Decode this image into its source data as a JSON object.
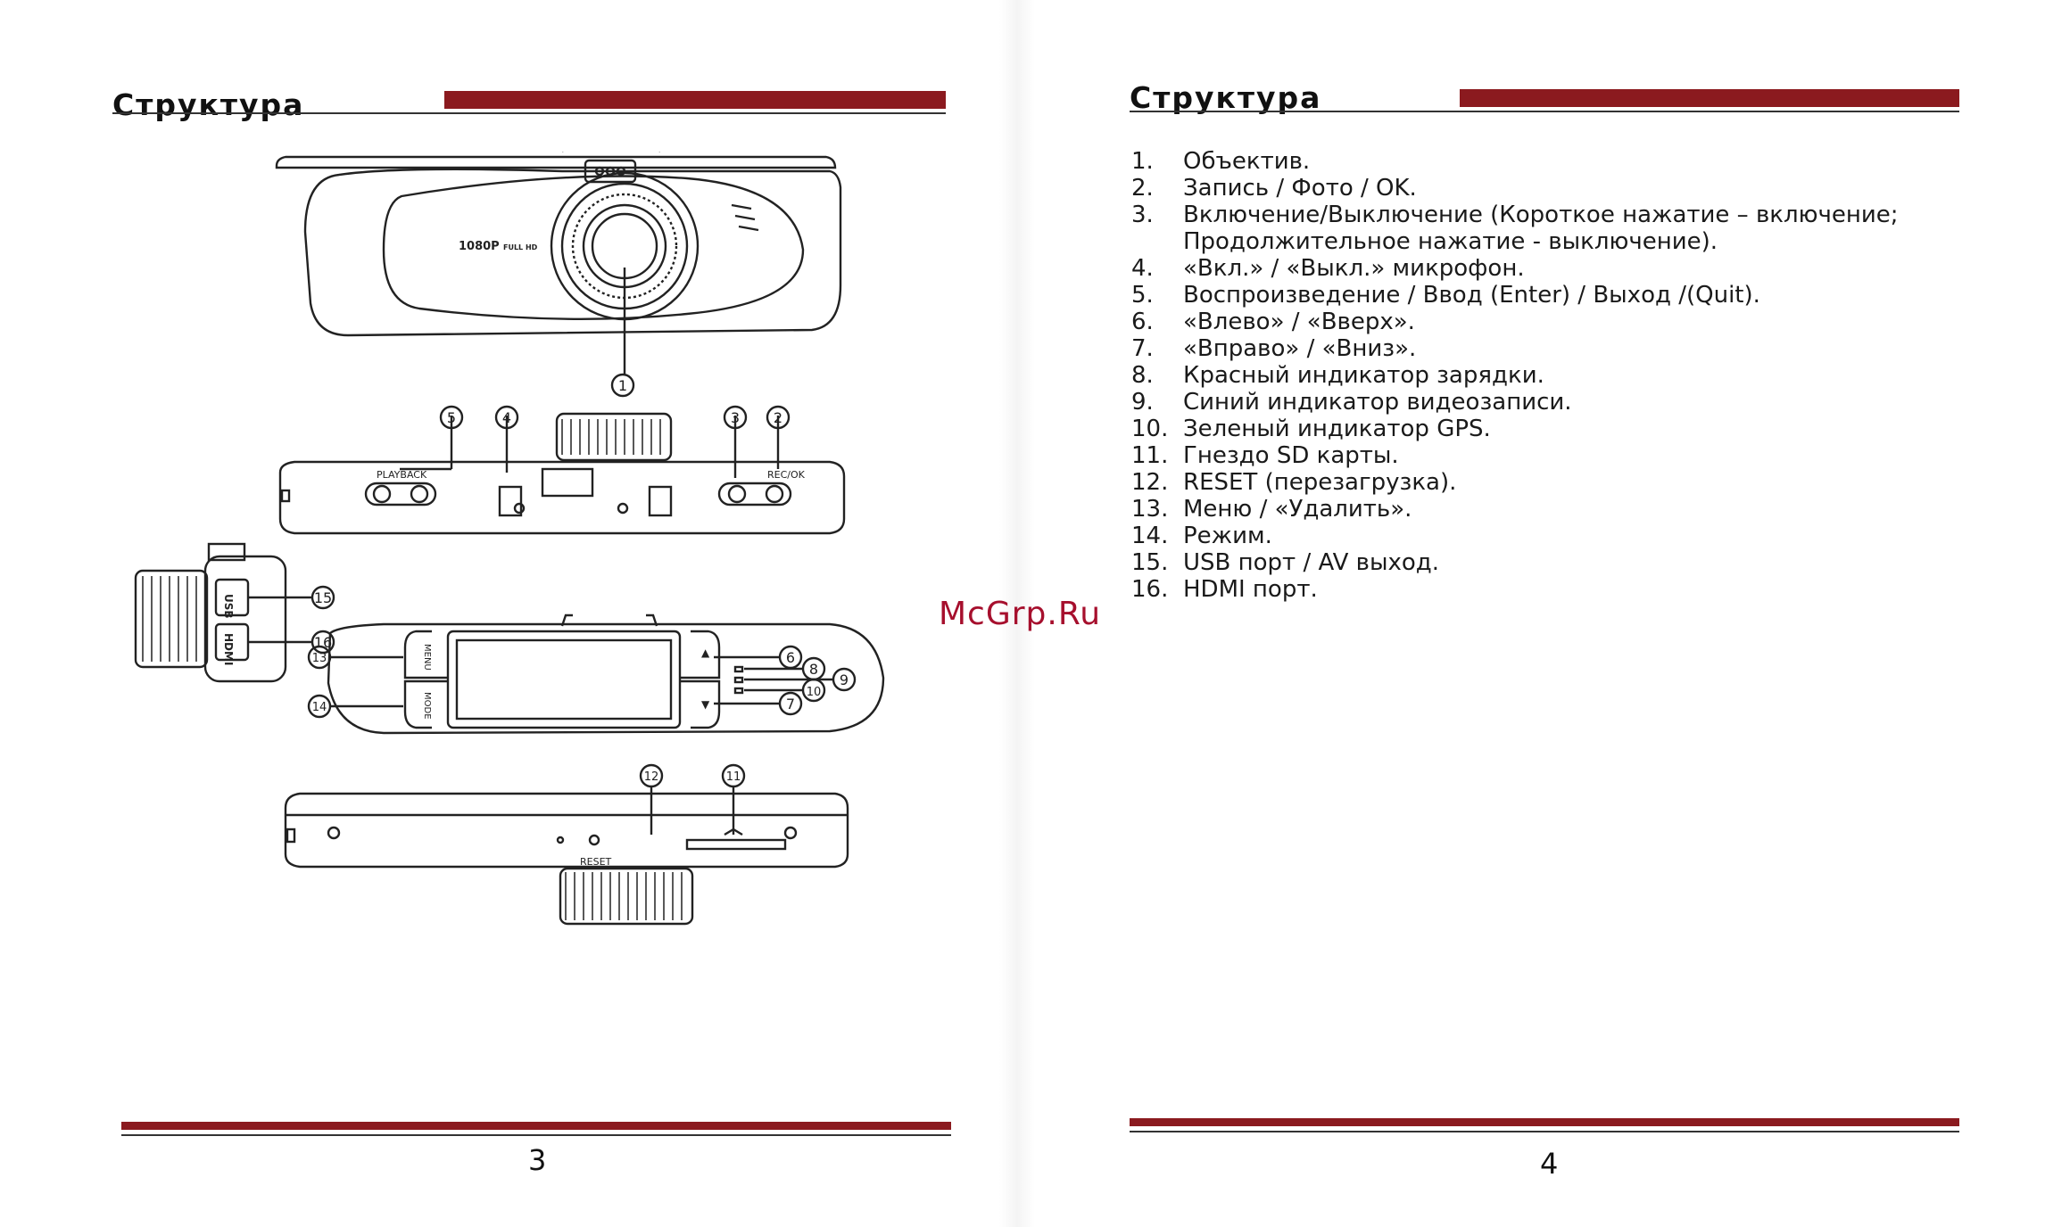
{
  "left_page": {
    "heading": "Структура",
    "page_number": "3",
    "diagram": {
      "front_badge": "1080P",
      "front_badge_small": "FULL HD",
      "top_labels": {
        "playback": "PLAYBACK",
        "rec_ok": "REC/OK"
      },
      "side_labels": {
        "usb": "USB",
        "hdmi": "HDMI"
      },
      "back_labels": {
        "menu": "MENU",
        "mode": "MODE"
      },
      "bottom_labels": {
        "reset": "RESET"
      },
      "callouts": [
        "1",
        "2",
        "3",
        "4",
        "5",
        "6",
        "7",
        "8",
        "9",
        "10",
        "11",
        "12",
        "13",
        "14",
        "15",
        "16"
      ]
    }
  },
  "right_page": {
    "heading": "Структура",
    "page_number": "4",
    "items": [
      {
        "num": "1.",
        "text": "Объектив."
      },
      {
        "num": "2.",
        "text": "Запись / Фото / OK."
      },
      {
        "num": "3.",
        "text": "Включение/Выключение (Короткое нажатие – включение;",
        "text2": "Продолжительное нажатие -  выключение)."
      },
      {
        "num": "4.",
        "text": "«Вкл.» / «Выкл.» микрофон."
      },
      {
        "num": "5.",
        "text": "Воспроизведение / Ввод (Enter) / Выход /(Quit)."
      },
      {
        "num": "6.",
        "text": "«Влево» / «Вверх»."
      },
      {
        "num": "7.",
        "text": "«Вправо» / «Вниз»."
      },
      {
        "num": "8.",
        "text": "Красный индикатор зарядки."
      },
      {
        "num": "9.",
        "text": "Синий индикатор видеозаписи."
      },
      {
        "num": "10.",
        "text": "Зеленый индикатор GPS."
      },
      {
        "num": "11.",
        "text": "Гнездо SD карты."
      },
      {
        "num": "12.",
        "text": "RESET (перезагрузка)."
      },
      {
        "num": "13.",
        "text": "Меню / «Удалить»."
      },
      {
        "num": "14.",
        "text": "Режим."
      },
      {
        "num": "15.",
        "text": "USB порт / AV выход."
      },
      {
        "num": "16.",
        "text": "HDMI порт."
      }
    ]
  },
  "watermark": "McGrp.Ru",
  "colors": {
    "accent_bar": "#8b1a1f",
    "watermark": "#a60f2d"
  }
}
